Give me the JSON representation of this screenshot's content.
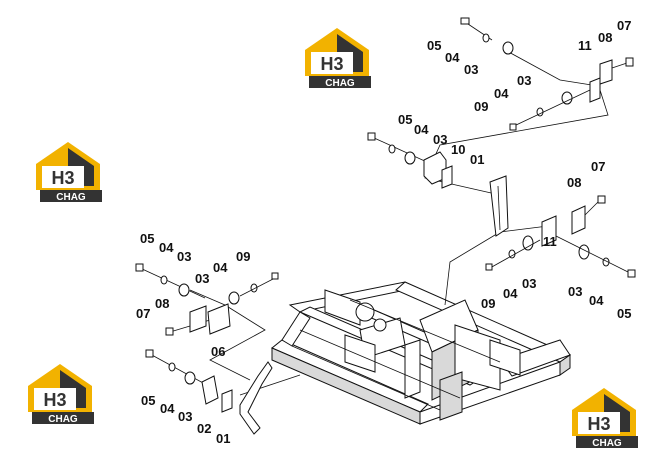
{
  "watermark": {
    "top_text": "H3",
    "bottom_text": "CHAG",
    "colors": {
      "yellow": "#F2B200",
      "dark": "#333333",
      "white": "#ffffff"
    }
  },
  "callouts": {
    "tr_05": "05",
    "tr_04": "04",
    "tr_03": "03",
    "tr_11": "11",
    "tr_08": "08",
    "tr_07": "07",
    "tr2_03": "03",
    "tr2_04": "04",
    "tr2_09": "09",
    "mt_05": "05",
    "mt_04": "04",
    "mt_03": "03",
    "mt_10": "10",
    "mt_01": "01",
    "mr_07": "07",
    "mr_08": "08",
    "mr_11": "11",
    "mr_09": "09",
    "mr_04a": "04",
    "mr_03a": "03",
    "mr_03b": "03",
    "mr_04b": "04",
    "mr_05": "05",
    "ml_05": "05",
    "ml_04": "04",
    "ml_03": "03",
    "ml_09": "09",
    "ml_04b": "04",
    "ml_03b": "03",
    "ml_07": "07",
    "ml_08": "08",
    "ml_06": "06",
    "bl_05": "05",
    "bl_04": "04",
    "bl_03": "03",
    "bl_02": "02",
    "bl_01": "01"
  }
}
